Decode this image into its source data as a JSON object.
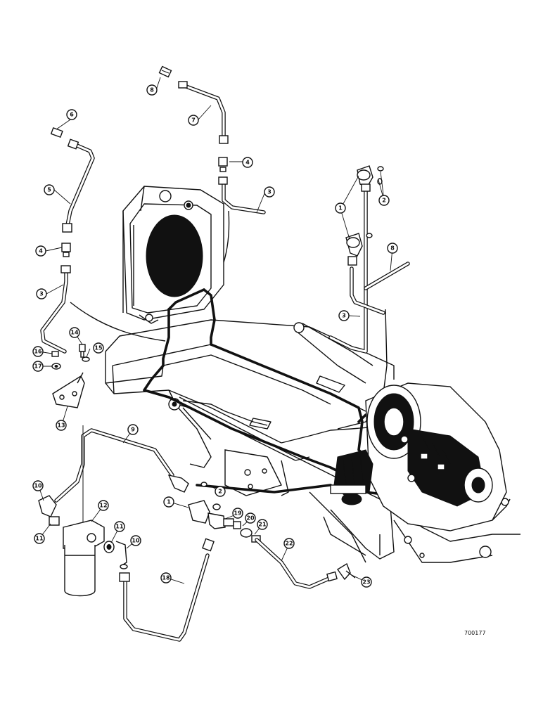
{
  "figure": {
    "reference_code": "700177",
    "callouts": [
      {
        "id": "c8a",
        "label": "8"
      },
      {
        "id": "c7",
        "label": "7"
      },
      {
        "id": "c4a",
        "label": "4"
      },
      {
        "id": "c3a",
        "label": "3"
      },
      {
        "id": "c6",
        "label": "6"
      },
      {
        "id": "c5",
        "label": "5"
      },
      {
        "id": "c4b",
        "label": "4"
      },
      {
        "id": "c3b",
        "label": "3"
      },
      {
        "id": "c1a",
        "label": "1"
      },
      {
        "id": "c2a",
        "label": "2"
      },
      {
        "id": "c8b",
        "label": "8"
      },
      {
        "id": "c3c",
        "label": "3"
      },
      {
        "id": "c14",
        "label": "14"
      },
      {
        "id": "c15",
        "label": "15"
      },
      {
        "id": "c16",
        "label": "16"
      },
      {
        "id": "c17",
        "label": "17"
      },
      {
        "id": "c13",
        "label": "13"
      },
      {
        "id": "c9",
        "label": "9"
      },
      {
        "id": "c10a",
        "label": "10"
      },
      {
        "id": "c11a",
        "label": "11"
      },
      {
        "id": "c12",
        "label": "12"
      },
      {
        "id": "c11b",
        "label": "11"
      },
      {
        "id": "c10b",
        "label": "10"
      },
      {
        "id": "c2b",
        "label": "2"
      },
      {
        "id": "c1b",
        "label": "1"
      },
      {
        "id": "c19",
        "label": "19"
      },
      {
        "id": "c20",
        "label": "20"
      },
      {
        "id": "c21",
        "label": "21"
      },
      {
        "id": "c22",
        "label": "22"
      },
      {
        "id": "c23",
        "label": "23"
      },
      {
        "id": "c18",
        "label": "18"
      }
    ]
  }
}
